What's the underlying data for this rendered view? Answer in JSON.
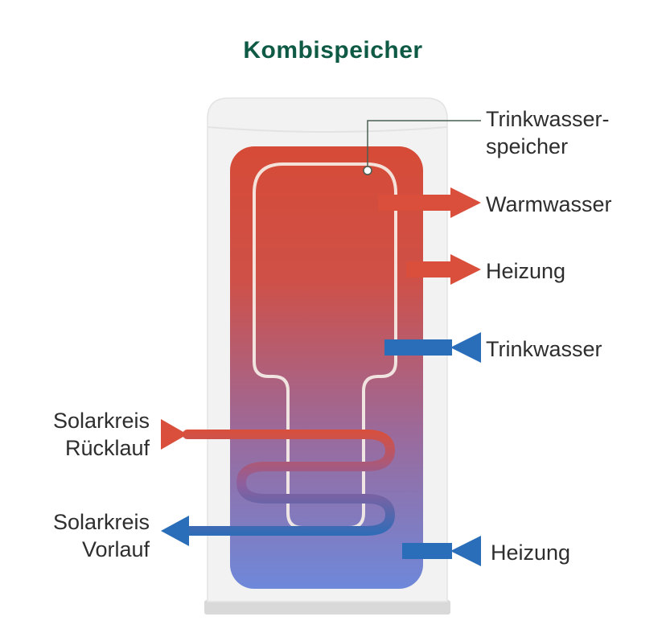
{
  "title": "Kombispeicher",
  "labels": {
    "trinkwasserspeicher": {
      "line1": "Trinkwasser-",
      "line2": "speicher"
    },
    "warmwasser": "Warmwasser",
    "heizung_top": "Heizung",
    "trinkwasser": "Trinkwasser",
    "solarkreis_ruecklauf": {
      "line1": "Solarkreis",
      "line2": "Rücklauf"
    },
    "solarkreis_vorlauf": {
      "line1": "Solarkreis",
      "line2": "Vorlauf"
    },
    "heizung_bottom": "Heizung"
  },
  "colors": {
    "title": "#0f5a45",
    "text": "#2e2e2e",
    "hot": "#d94f3b",
    "cold": "#2a6db8",
    "gradient_top": "#d64b37",
    "gradient_upper": "#cf5047",
    "gradient_mid": "#9b6a9b",
    "gradient_bottom": "#6e88da",
    "coil_mid": "#8e5f9e",
    "tank": "#f2f2f2",
    "tank_border": "#e3e3e3",
    "tank_base": "#d9d9d9",
    "inner_outline": "#f6efe8",
    "leader": "#4a5f52"
  }
}
